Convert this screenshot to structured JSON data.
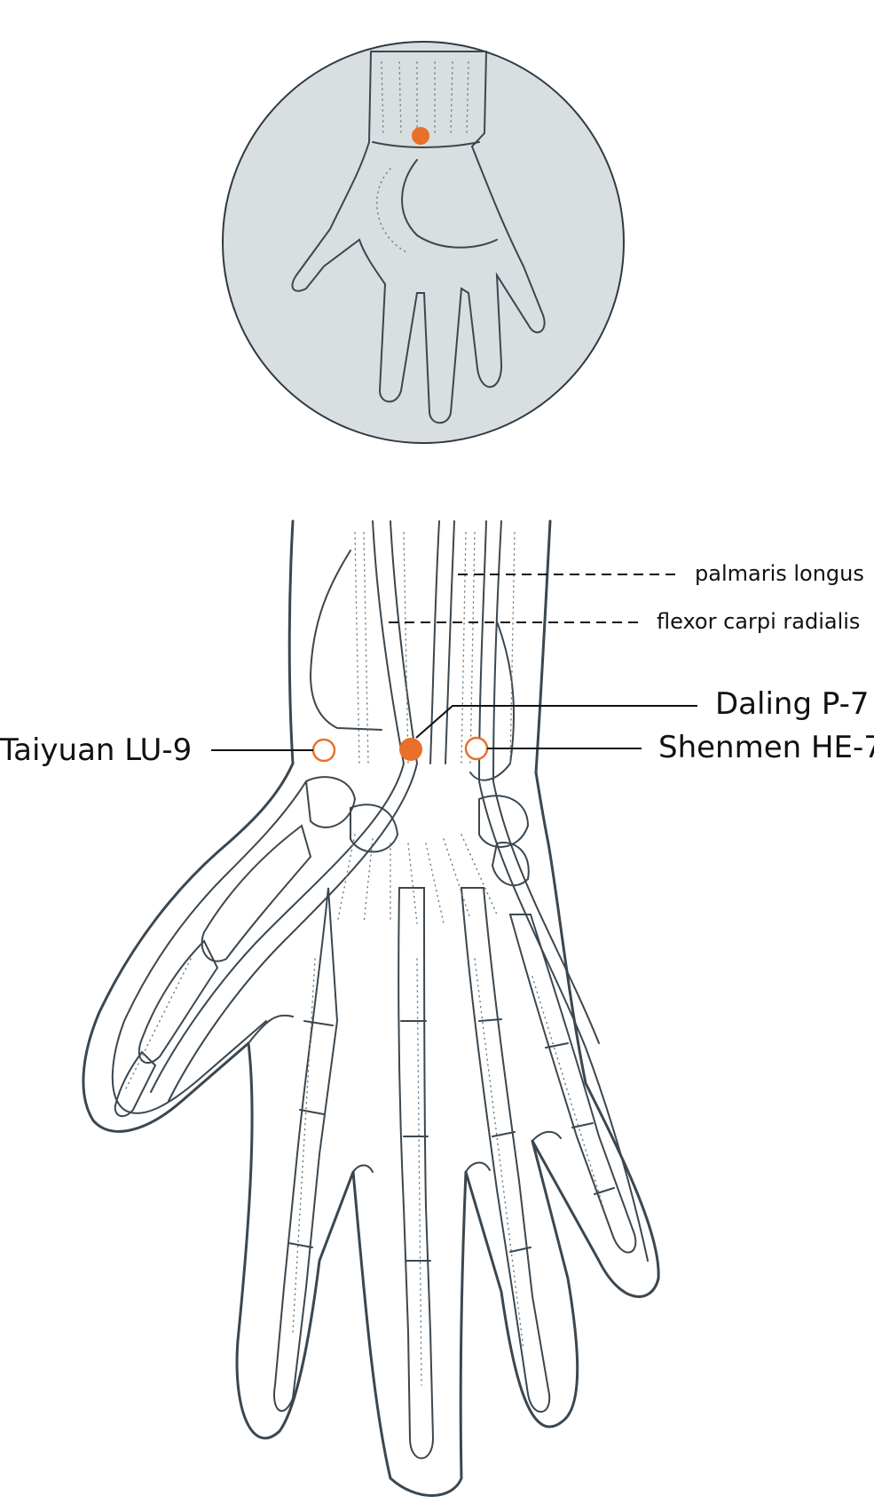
{
  "labels": {
    "palmaris": "palmaris longus",
    "flexor": "flexor carpi radialis",
    "daling": "Daling P-7",
    "taiyuan": "Taiyuan LU-9",
    "shenmen": "Shenmen HE-7"
  },
  "colors": {
    "accent": "#e8702a",
    "inset_bg": "#d9dee1",
    "line": "#3b4750"
  }
}
